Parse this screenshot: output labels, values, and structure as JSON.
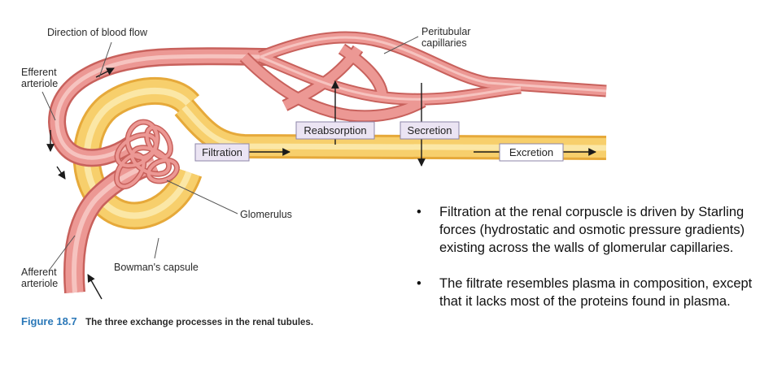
{
  "figure": {
    "labels": {
      "direction_of_blood_flow": "Direction of blood flow",
      "efferent_line1": "Efferent",
      "efferent_line2": "arteriole",
      "peritubular_line1": "Peritubular",
      "peritubular_line2": "capillaries",
      "glomerulus": "Glomerulus",
      "afferent_line1": "Afferent",
      "afferent_line2": "arteriole",
      "bowmans_capsule": "Bowman's capsule"
    },
    "process_boxes": {
      "filtration": "Filtration",
      "reabsorption": "Reabsorption",
      "secretion": "Secretion",
      "excretion": "Excretion"
    },
    "caption": {
      "number": "Figure 18.7",
      "text": "The three exchange processes in the renal tubules."
    }
  },
  "bullets": [
    {
      "marker": "•",
      "text": "Filtration at the renal corpuscle is driven by Starling forces (hydrostatic and osmotic pressure gradients) existing across the walls of glomerular capillaries."
    },
    {
      "marker": "•",
      "text": "The filtrate resembles plasma in composition, except that it lacks most of the proteins found in plasma."
    }
  ],
  "colors": {
    "vessel": "#e88a86",
    "vessel_dark": "#c8615c",
    "tubule": "#f3c05a",
    "tubule_light": "#fbe8a8",
    "box_fill": "#ebe4f3",
    "box_stroke": "#8e86a8",
    "caption_blue": "#2b78b8"
  }
}
